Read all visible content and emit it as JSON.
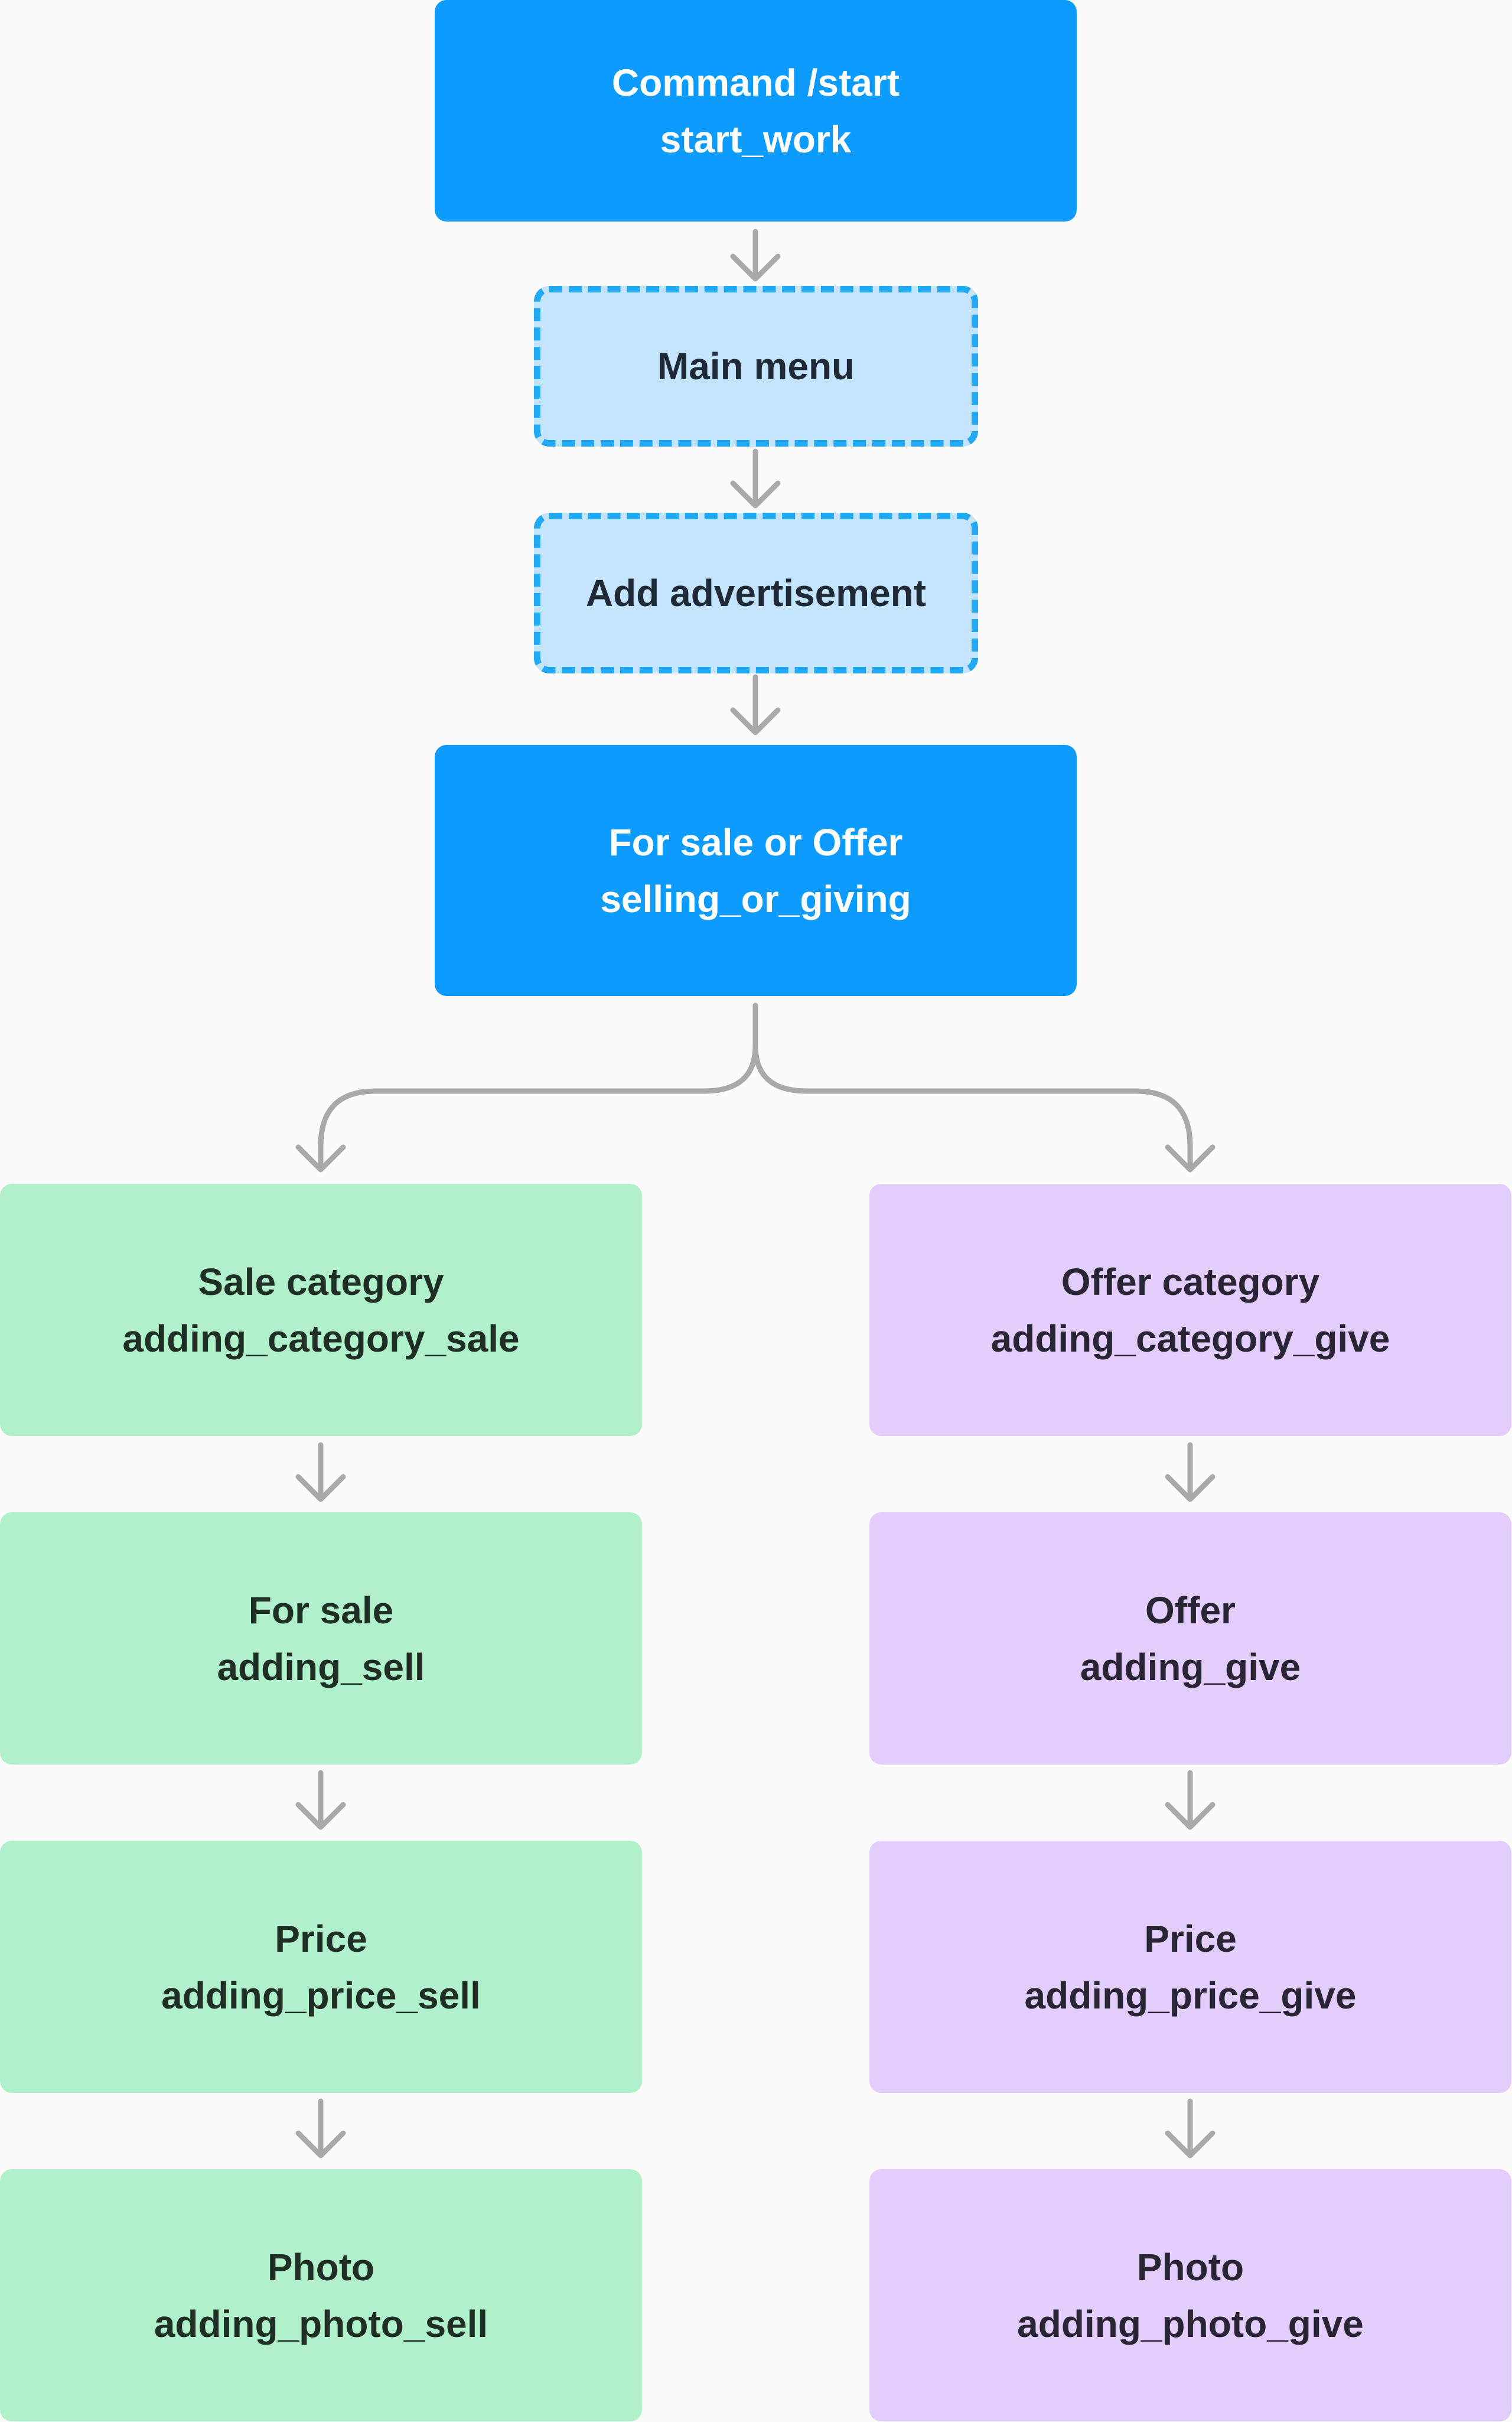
{
  "nodes": {
    "start": {
      "title": "Command /start",
      "subtitle": "start_work"
    },
    "main_menu": {
      "title": "Main menu"
    },
    "add_ad": {
      "title": "Add advertisement"
    },
    "sale_or_offer": {
      "title": "For sale or Offer",
      "subtitle": "selling_or_giving"
    },
    "sell_branch": [
      {
        "title": "Sale category",
        "subtitle": "adding_category_sale"
      },
      {
        "title": "For sale",
        "subtitle": "adding_sell"
      },
      {
        "title": "Price",
        "subtitle": "adding_price_sell"
      },
      {
        "title": "Photo",
        "subtitle": "adding_photo_sell"
      }
    ],
    "give_branch": [
      {
        "title": "Offer category",
        "subtitle": "adding_category_give"
      },
      {
        "title": "Offer",
        "subtitle": "adding_give"
      },
      {
        "title": "Price",
        "subtitle": "adding_price_give"
      },
      {
        "title": "Photo",
        "subtitle": "adding_photo_give"
      }
    ]
  },
  "colors": {
    "primary": "#0d9bfd",
    "menu_fill": "#c4e4fd",
    "menu_border": "#22a9f3",
    "sell": "#b0f1cb",
    "give": "#e2cdfb",
    "arrow": "#a9a9a9"
  }
}
